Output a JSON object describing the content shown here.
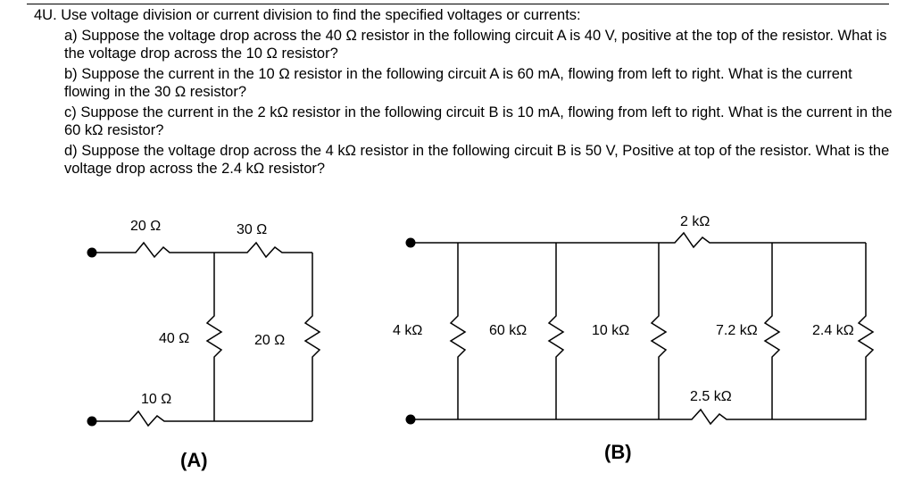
{
  "problem": {
    "title": "4U. Use voltage division or current division to find the specified voltages or currents:",
    "parts": [
      "a) Suppose the voltage drop across the 40 Ω resistor in the following circuit A is 40 V, positive at the top of the resistor. What is the voltage drop across the 10 Ω resistor?",
      "b) Suppose the current in the 10 Ω resistor in the following circuit A is 60 mA, flowing from left to right. What is the current flowing in the 30 Ω resistor?",
      "c) Suppose the current in the 2 kΩ resistor in the following circuit B is 10 mA, flowing from left to right. What is the current in the 60 kΩ resistor?",
      "d) Suppose the voltage drop across the 4 kΩ resistor in the following circuit B is 50 V, Positive at top of the resistor. What is the voltage drop across the 2.4 kΩ resistor?"
    ]
  },
  "circuit_a": {
    "caption": "(A)",
    "r_top_left": "20 Ω",
    "r_top_right": "30 Ω",
    "r_mid": "40 Ω",
    "r_right": "20 Ω",
    "r_bottom": "10 Ω"
  },
  "circuit_b": {
    "caption": "(B)",
    "r_top": "2 kΩ",
    "r_4k": "4 kΩ",
    "r_60k": "60 kΩ",
    "r_10k": "10 kΩ",
    "r_7k2": "7.2 kΩ",
    "r_2k4": "2.4 kΩ",
    "r_2k5": "2.5 kΩ"
  }
}
